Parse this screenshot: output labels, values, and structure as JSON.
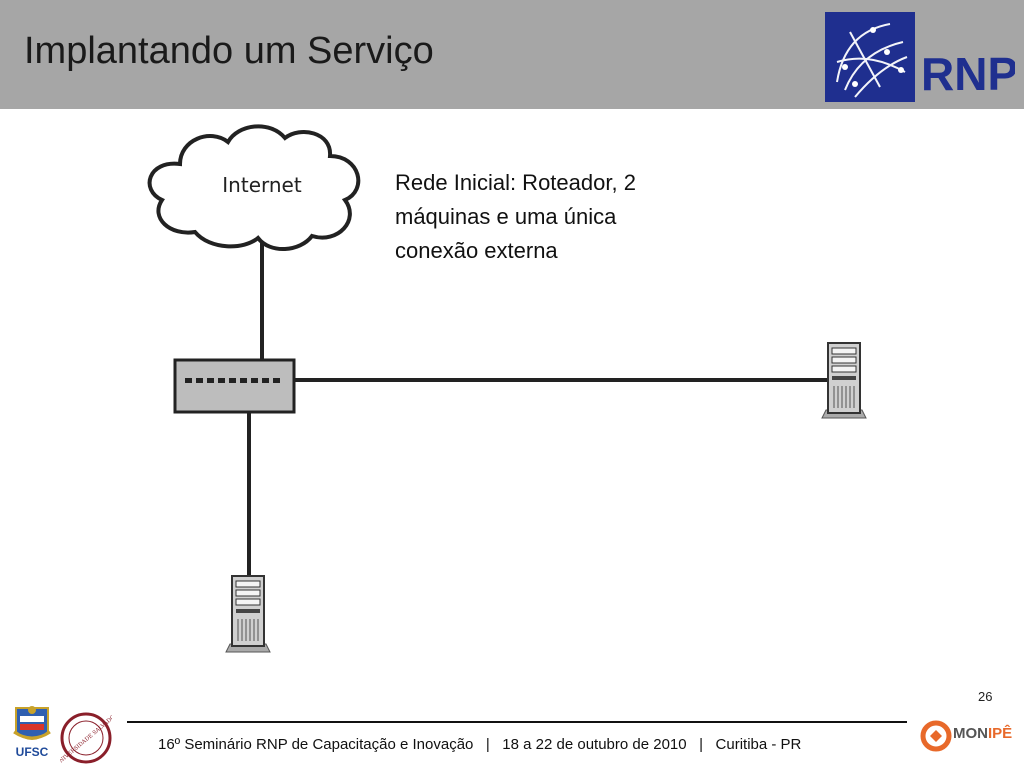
{
  "slide": {
    "title": "Implantando um Serviço",
    "caption": "Rede Inicial: Roteador, 2 máquinas e uma única conexão externa",
    "page_number": "26"
  },
  "diagram": {
    "cloud_label": "Internet"
  },
  "logos": {
    "rnp": "RNP",
    "ufsc": "UFSC",
    "salvador_seal": "UNIVERSIDADE SALVADOR",
    "monipe_mon": "MON",
    "monipe_ipe": "IPÊ"
  },
  "footer": {
    "text": "16º Seminário RNP de Capacitação e Inovação   |   18 a 22 de outubro de 2010   |   Curitiba - PR"
  },
  "colors": {
    "header_bg": "#a6a6a6",
    "rnp_blue": "#1f2f8f",
    "monipe_orange": "#e8692a"
  }
}
